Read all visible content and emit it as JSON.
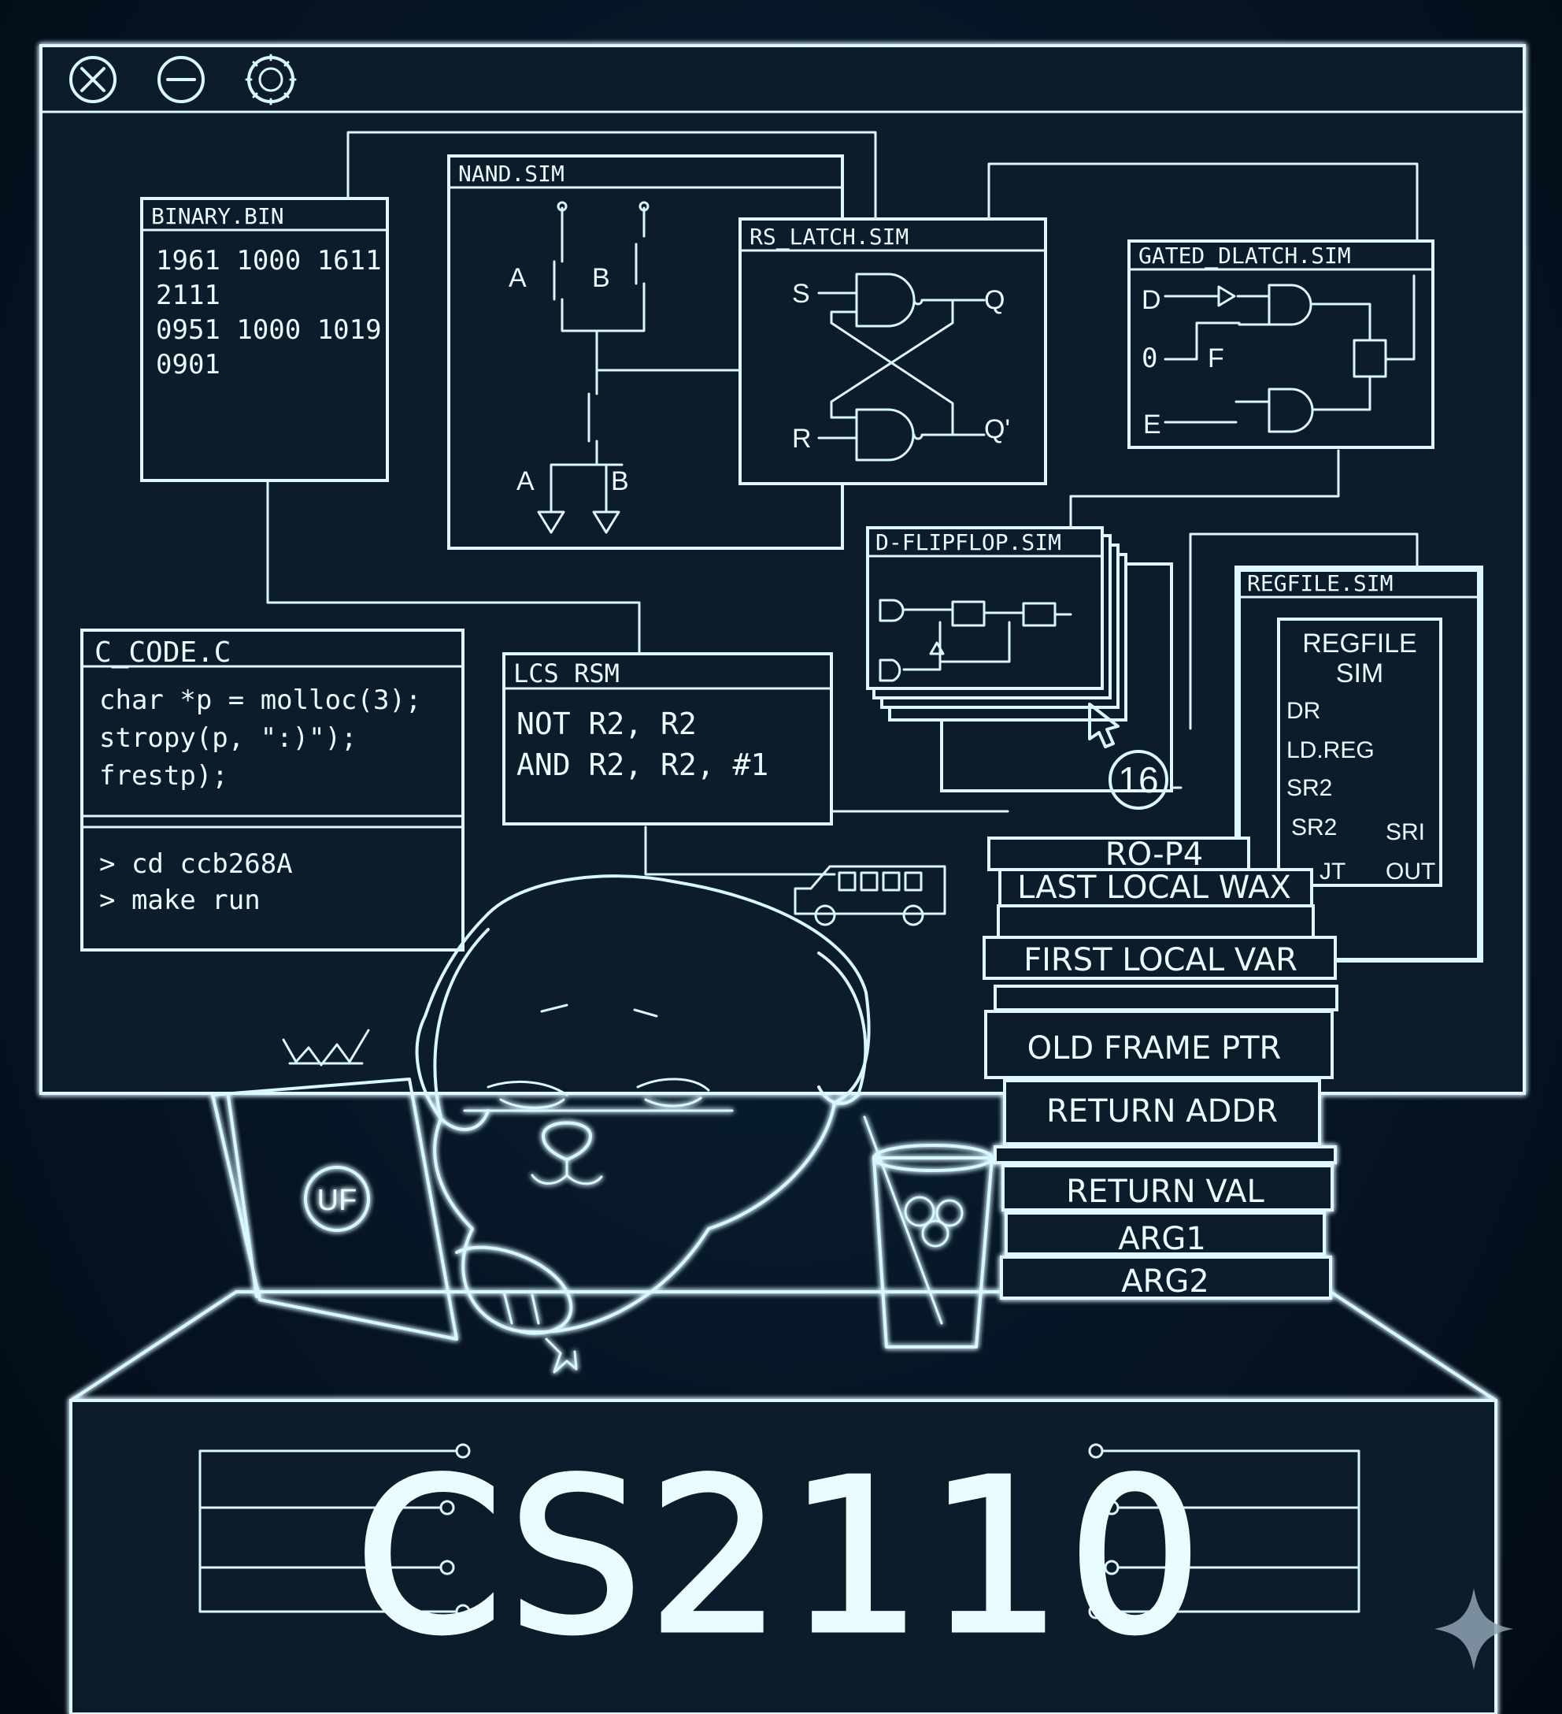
{
  "window_controls": {
    "close_icon": "close-icon",
    "minimize_icon": "minimize-icon",
    "settings_icon": "gear-icon"
  },
  "windows": {
    "binary": {
      "title": "BINARY.BIN",
      "lines": [
        "1961 1000 1611",
        "2111",
        "0951 1000 1019",
        "0901"
      ]
    },
    "nand": {
      "title": "NAND.SIM",
      "labels": {
        "a_top": "A",
        "b_top": "B",
        "a_bottom": "A",
        "b_bottom": "B"
      }
    },
    "rs_latch": {
      "title": "RS_LATCH.SIM",
      "labels": {
        "s": "S",
        "r": "R",
        "q": "Q",
        "q_bar": "Q'"
      }
    },
    "gated_dlatch": {
      "title": "GATED_DLATCH.SIM",
      "labels": {
        "d": "D",
        "zero": "0",
        "f": "F",
        "e": "E"
      }
    },
    "d_flipflop": {
      "title": "D-FLIPFLOP.SIM"
    },
    "regfile": {
      "title": "REGFILE.SIM",
      "inner_title_1": "REGFILE",
      "inner_title_2": "SIM",
      "rows": [
        "DR",
        "LD.REG",
        "SR2",
        "SR2"
      ],
      "right_label": "SRI",
      "bottom_left": "JT",
      "bottom_right": "OUT"
    },
    "c_code": {
      "title": "C_CODE.C",
      "code_lines": [
        "char *p = molloc(3);",
        "stropy(p, \":)\");",
        "frestp);"
      ],
      "terminal_lines": [
        "> cd ccb268A",
        "> make run"
      ]
    },
    "lcs": {
      "title": "LCS RSM",
      "lines": [
        "NOT R2, R2",
        "AND R2, R2, #1"
      ]
    }
  },
  "cursor_badge": "16",
  "stack_books": [
    "RO-P4",
    "LAST LOCAL WAX",
    "FIRST LOCAL VAR",
    "OLD FRAME PTR",
    "RETURN ADDR",
    "RETURN VAL",
    "ARG1",
    "ARG2"
  ],
  "laptop_logo": "UF",
  "desk_title": "CS2110",
  "colors": {
    "background": "#061524",
    "neon": "#dff8ff",
    "panel": "#071a2a",
    "trace": "#123650"
  },
  "icons": [
    "close-icon",
    "minimize-icon",
    "gear-icon",
    "cursor-icon",
    "bus-icon",
    "sparkle-icon",
    "dog-illustration",
    "drink-cup-icon"
  ]
}
